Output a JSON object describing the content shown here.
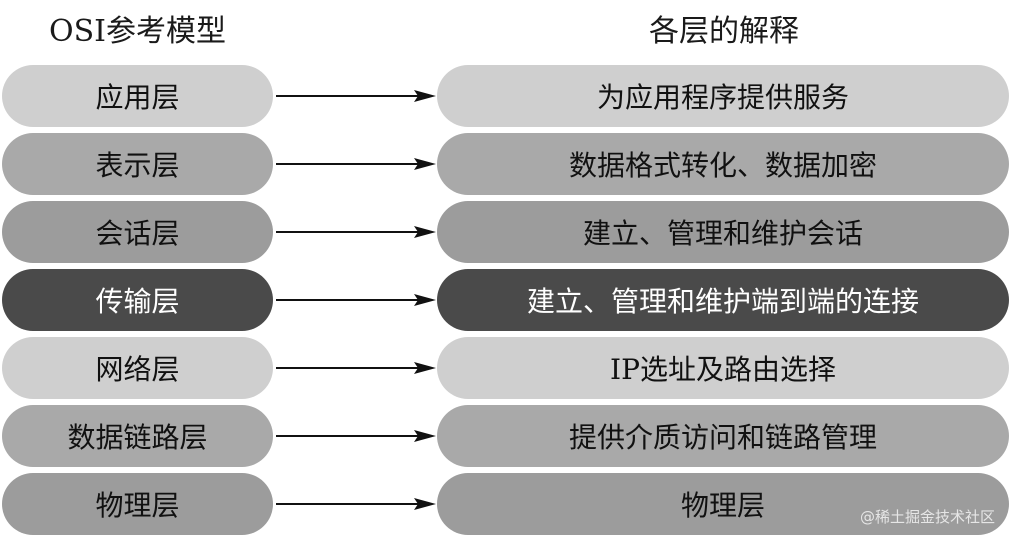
{
  "headers": {
    "left": "OSI参考模型",
    "right": "各层的解释"
  },
  "layers": [
    {
      "name": "应用层",
      "desc": "为应用程序提供服务",
      "fill": "#cfcfcf",
      "text_color": "#111111"
    },
    {
      "name": "表示层",
      "desc": "数据格式转化、数据加密",
      "fill": "#a9a9a9",
      "text_color": "#111111"
    },
    {
      "name": "会话层",
      "desc": "建立、管理和维护会话",
      "fill": "#9c9c9c",
      "text_color": "#111111"
    },
    {
      "name": "传输层",
      "desc": "建立、管理和维护端到端的连接",
      "fill": "#4a4a4a",
      "text_color": "#ffffff"
    },
    {
      "name": "网络层",
      "desc": "IP选址及路由选择",
      "fill": "#cfcfcf",
      "text_color": "#111111"
    },
    {
      "name": "数据链路层",
      "desc": "提供介质访问和链路管理",
      "fill": "#a9a9a9",
      "text_color": "#111111"
    },
    {
      "name": "物理层",
      "desc": "物理层",
      "fill": "#9c9c9c",
      "text_color": "#111111"
    }
  ],
  "watermark": "@稀土掘金技术社区"
}
